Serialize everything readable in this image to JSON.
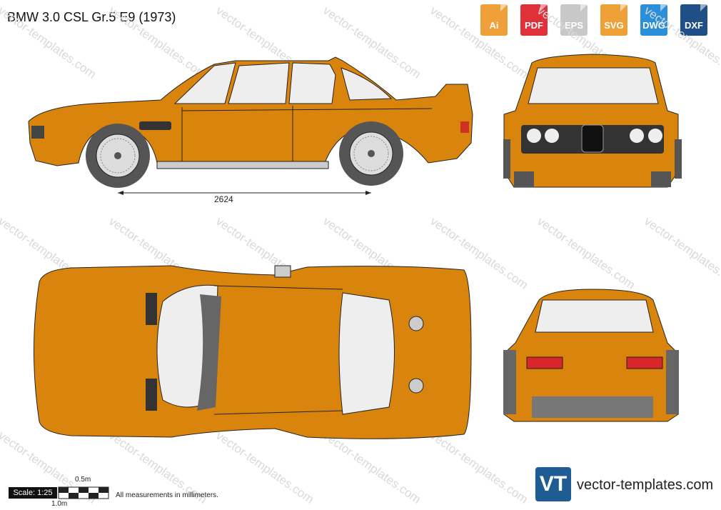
{
  "title": "BMW 3.0 CSL Gr.5 E9 (1973)",
  "formats": [
    {
      "label": "Ai",
      "color": "#f0a038",
      "icon": "ai-file-icon"
    },
    {
      "label": "PDF",
      "color": "#e0303a",
      "icon": "pdf-file-icon"
    },
    {
      "label": "EPS",
      "color": "#c8c8c8",
      "icon": "eps-file-icon"
    },
    {
      "label": "SVG",
      "color": "#f0a038",
      "icon": "svg-file-icon"
    },
    {
      "label": "DWG",
      "color": "#2a8fd8",
      "icon": "dwg-file-icon"
    },
    {
      "label": "DXF",
      "color": "#1e4f86",
      "icon": "dxf-file-icon"
    }
  ],
  "watermark": "vector-templates.com",
  "dimension": "2624",
  "scale": {
    "label": "Scale: 1:25",
    "half": "0.5m",
    "full": "1.0m"
  },
  "note": "All measurements in millimeters.",
  "logo": {
    "mark": "VT",
    "site": "vector-templates.com"
  },
  "colors": {
    "body": "#d9850d",
    "glass": "#eeeeee",
    "dark": "#555555",
    "outline": "#222222"
  }
}
